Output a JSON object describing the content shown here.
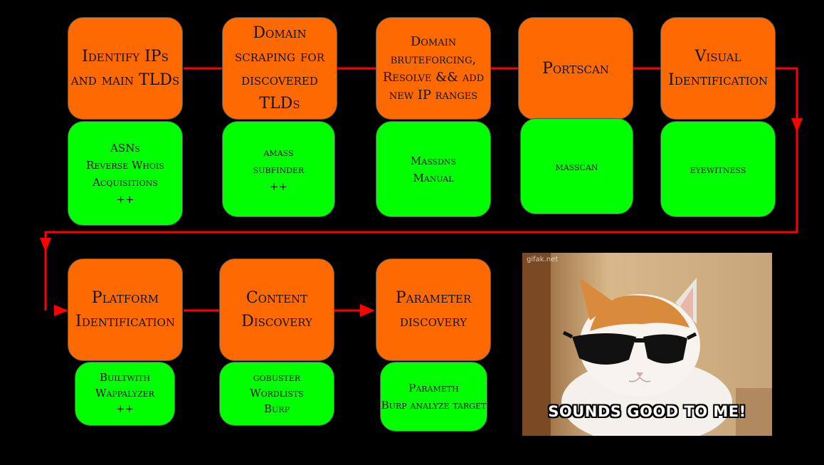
{
  "steps": {
    "identify_ips": "Identify IPs\nand main TLDs",
    "domain_scraping": "Domain\nscraping for\ndiscovered TLDs",
    "domain_bruteforcing": "Domain\nbruteforcing,\nResolve && add\nnew IP ranges",
    "portscan": "Portscan",
    "visual_identification": "Visual\nIdentification",
    "platform_identification": "Platform\nIdentification",
    "content_discovery": "Content\nDiscovery",
    "parameter_discovery": "Parameter\ndiscovery"
  },
  "tools": {
    "identify_ips": "ASNs\nReverse Whois\nAcquisitions\n++",
    "domain_scraping": "amass\nsubfinder\n++",
    "domain_bruteforcing": "Massdns\nManual",
    "portscan": "masscan",
    "visual_identification": "eyewitness",
    "platform_identification": "Builtwith\nWappalyzer\n++",
    "content_discovery": "gobuster\nWordlists\nBurp",
    "parameter_discovery": "Parameth\nBurp analyze target"
  },
  "meme": {
    "caption": "SOUNDS GOOD TO ME!",
    "watermark": "gifak.net"
  },
  "colors": {
    "step": "#ff6a00",
    "tool": "#00ff00",
    "arrow": "#ff0000",
    "background": "#000000"
  }
}
